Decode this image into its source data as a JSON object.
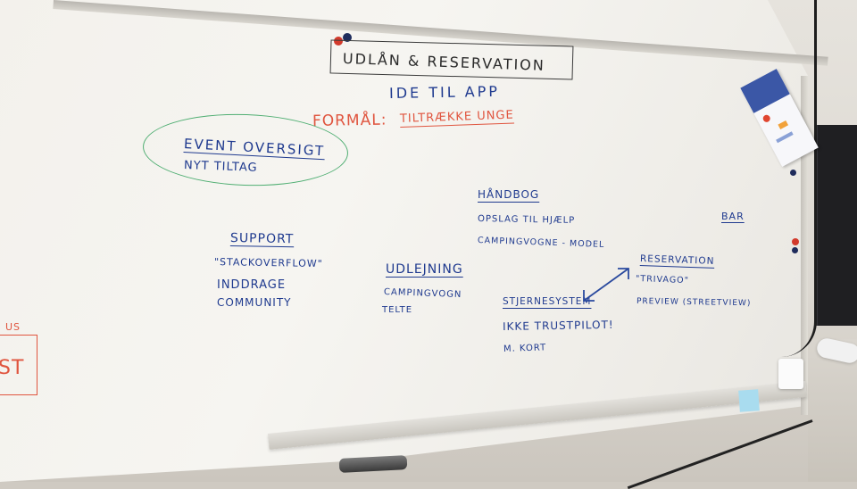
{
  "board": {
    "title": "UDLÅN & RESERVATION",
    "subtitle": "IDE TIL APP",
    "purpose_label": "FORMÅL:",
    "purpose_value": "TILTRÆKKE UNGE",
    "event_heading": "EVENT OVERSIGT",
    "event_line": "NYT TILTAG",
    "support_heading": "SUPPORT",
    "support_lines": [
      "\"STACKOVERFLOW\"",
      "INDDRAGE",
      "COMMUNITY"
    ],
    "handbog_heading": "HÅNDBOG",
    "handbog_lines": [
      "OPSLAG TIL HJÆLP",
      "CAMPINGVOGNE - MODEL"
    ],
    "bar_label": "BAR",
    "reservation_heading": "RESERVATION",
    "reservation_lines": [
      "\"TRIVAGO\"",
      "PREVIEW (STREETVIEW)"
    ],
    "udlejning_heading": "UDLEJNING",
    "udlejning_lines": [
      "CAMPINGVOGN",
      "TELTE"
    ],
    "stjerne_heading": "STJERNESYSTEM",
    "stjerne_lines": [
      "IKKE TRUSTPILOT!",
      "M. KORT"
    ],
    "left_edge_red_top": "US",
    "left_edge_red_box": "ST"
  },
  "colors": {
    "marker_blue": "#1f3a8f",
    "marker_red": "#e0553f",
    "marker_green": "#4fae72",
    "marker_black": "#2a2a2a"
  }
}
